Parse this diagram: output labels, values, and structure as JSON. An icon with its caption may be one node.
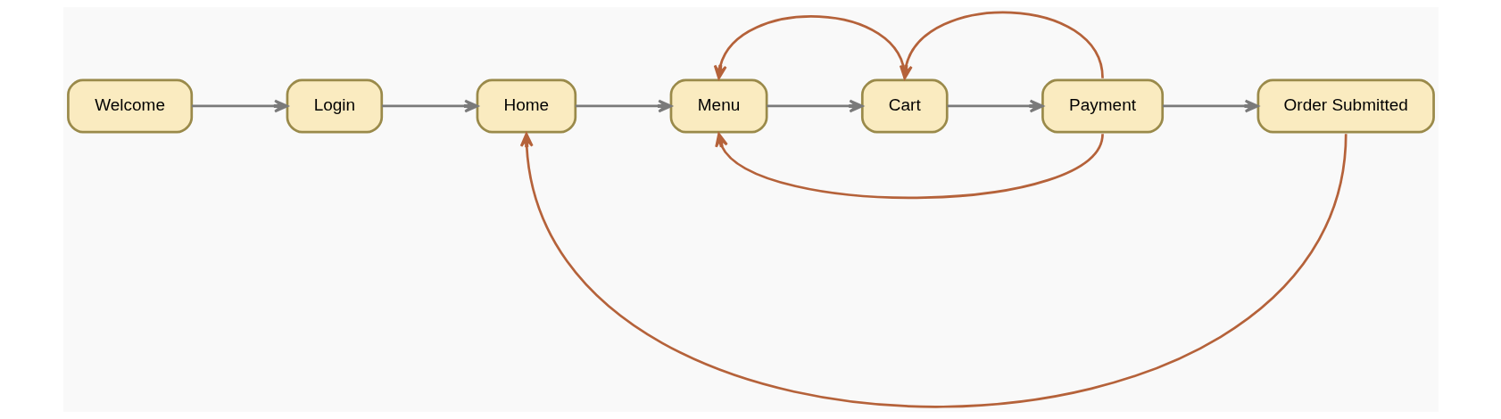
{
  "diagram": {
    "nodes": [
      {
        "text": [
          "Welcome"
        ]
      },
      {
        "text": [
          "Login"
        ]
      },
      {
        "text": [
          "Home"
        ]
      },
      {
        "text": [
          "Menu"
        ]
      },
      {
        "text": [
          "Cart"
        ]
      },
      {
        "text": [
          "Payment"
        ]
      },
      {
        "text": [
          "Order Submitted"
        ]
      }
    ],
    "edges": [
      {
        "from": 0,
        "to": 1,
        "arrow": "to"
      },
      {
        "from": 1,
        "to": 2,
        "arrow": "to"
      },
      {
        "from": 2,
        "to": 3,
        "arrow": "to"
      },
      {
        "from": 3,
        "to": 4,
        "arrow": "to"
      },
      {
        "from": 4,
        "to": 5,
        "arrow": "to"
      },
      {
        "from": 5,
        "to": 6,
        "arrow": "to"
      },
      {
        "from": 4,
        "to": 3,
        "arrow": "to",
        "color": "#b5623a"
      },
      {
        "from": 5,
        "to": 4,
        "arrow": "to",
        "color": "#b5623a"
      },
      {
        "from": 5,
        "to": 3,
        "arrow": "to",
        "color": "#b5623a"
      },
      {
        "from": 6,
        "to": 2,
        "arrow": "to",
        "color": "#b5623a"
      }
    ]
  }
}
